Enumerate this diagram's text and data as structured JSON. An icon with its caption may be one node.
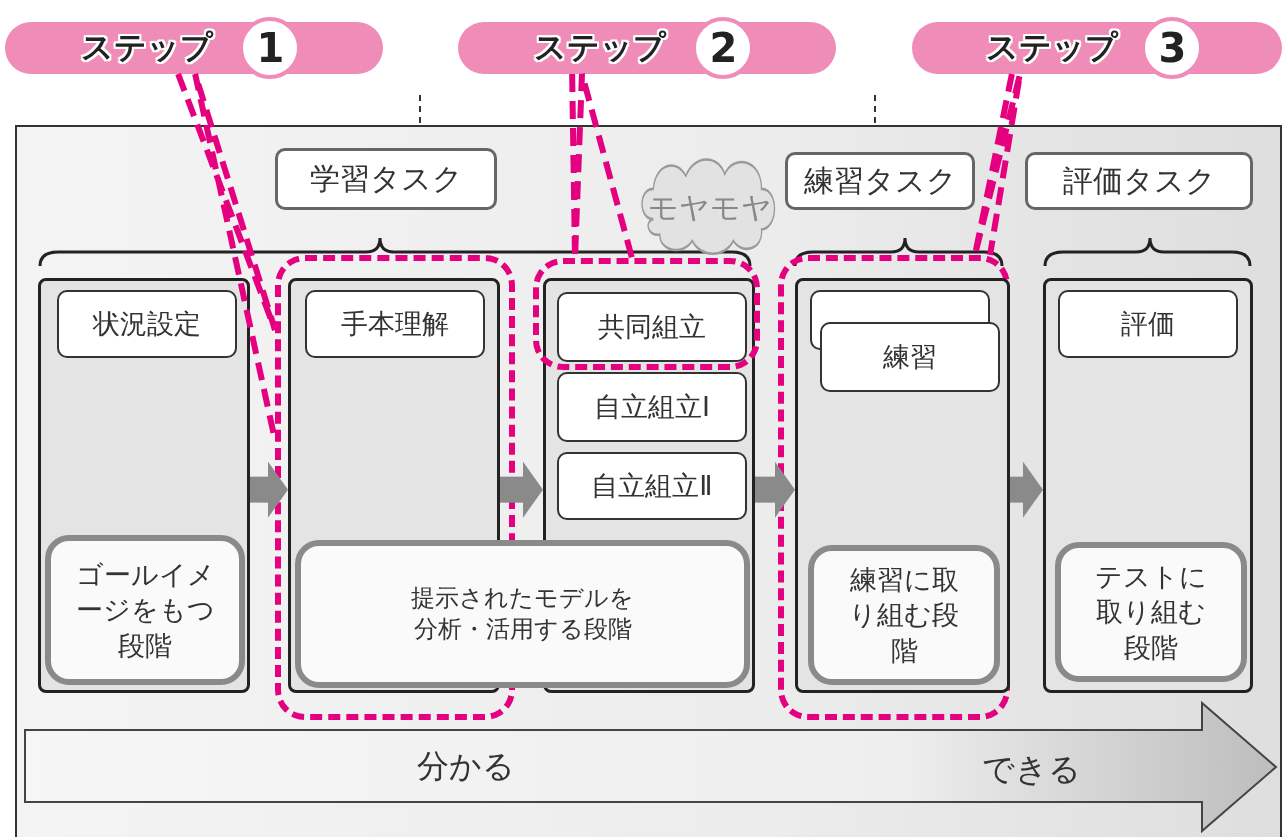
{
  "diagram": {
    "nodes": [
      {
        "text": [
          "ステップ",
          "1"
        ]
      },
      {
        "text": [
          "ステップ",
          "2"
        ]
      },
      {
        "text": [
          "ステップ",
          "3"
        ]
      },
      {
        "text": [
          "学習タスク"
        ]
      },
      {
        "text": [
          "モヤモヤ"
        ]
      },
      {
        "text": [
          "練習タスク"
        ]
      },
      {
        "text": [
          "評価タスク"
        ]
      },
      {
        "text": [],
        "shape": "box"
      },
      {
        "text": [
          "状況設定"
        ],
        "in": 7
      },
      {
        "text": [
          "ゴールイメージをもつ段階"
        ],
        "in": 7
      },
      {
        "text": [],
        "shape": "box"
      },
      {
        "text": [],
        "shape": "box",
        "in": 10
      },
      {
        "text": [
          "手本理解"
        ],
        "in": 11
      },
      {
        "text": [],
        "shape": "box"
      },
      {
        "text": [],
        "shape": "box"
      },
      {
        "text": [
          "共同組立"
        ]
      },
      {
        "text": [
          "自立組立Ⅰ"
        ],
        "in": 13
      },
      {
        "text": [
          "自立組立Ⅱ"
        ],
        "in": 13
      },
      {
        "text": [
          "提示されたモデルを分析・活用する段階"
        ]
      },
      {
        "text": [],
        "shape": "box"
      },
      {
        "text": [],
        "shape": "box",
        "in": 19
      },
      {
        "text": [],
        "shape": "box",
        "in": 20
      },
      {
        "text": [
          "練習"
        ],
        "in": 20
      },
      {
        "text": [
          "練習に取り組む段階"
        ],
        "in": 20
      },
      {
        "text": [],
        "shape": "box"
      },
      {
        "text": [
          "評価"
        ],
        "in": 24
      },
      {
        "text": [
          "テストに取り組む段階"
        ],
        "in": 24
      },
      {
        "text": [
          "分かる",
          "できる"
        ]
      }
    ],
    "edges": [
      {
        "from": 0,
        "to": 10,
        "arrow": "none",
        "style": "dashed",
        "color": "#e4007f"
      },
      {
        "from": 1,
        "to": 14,
        "arrow": "none",
        "style": "dashed",
        "color": "#e4007f"
      },
      {
        "from": 2,
        "to": 19,
        "arrow": "none",
        "style": "dashed",
        "color": "#e4007f"
      },
      {
        "from": 7,
        "to": 11,
        "arrow": "to"
      },
      {
        "from": 11,
        "to": 13,
        "arrow": "to"
      },
      {
        "from": 13,
        "to": 20,
        "arrow": "to"
      },
      {
        "from": 20,
        "to": 24,
        "arrow": "to"
      }
    ]
  }
}
